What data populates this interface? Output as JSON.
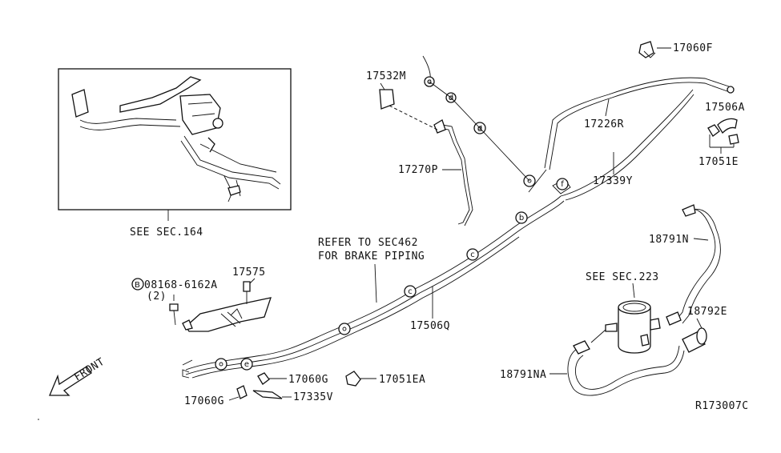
{
  "diagram": {
    "reference_id": "R173007C",
    "inset_caption": "SEE SEC.164",
    "note_brake": [
      "REFER TO SEC462",
      "FOR BRAKE PIPING"
    ],
    "see_sec_223": "SEE SEC.223",
    "front_label": "FRONT",
    "bolt_symbol": "B",
    "bolt_qty": "(2)",
    "markers": {
      "c": "c",
      "d": "d",
      "e": "e",
      "f": "f",
      "b": "b"
    },
    "parts": {
      "p17532M": "17532M",
      "p17060F": "17060F",
      "p17506A": "17506A",
      "p17226R": "17226R",
      "p17051E": "17051E",
      "p17339Y": "17339Y",
      "p17270P": "17270P",
      "p18791N": "18791N",
      "p17575": "17575",
      "p08168": "08168-6162A",
      "p17506Q": "17506Q",
      "p18792E": "18792E",
      "p17060G_a": "17060G",
      "p17051EA": "17051EA",
      "p18791NA": "18791NA",
      "p17060G_b": "17060G",
      "p17335V": "17335V"
    }
  }
}
